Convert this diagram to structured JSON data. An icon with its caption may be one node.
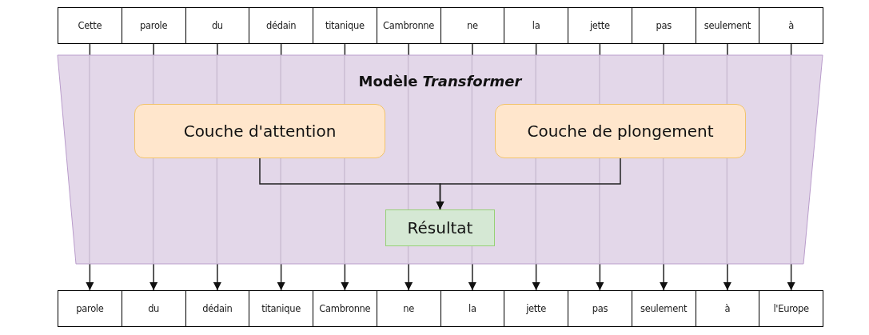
{
  "diagram": {
    "nodes": [
      {
        "text": [
          "Cette"
        ]
      },
      {
        "text": [
          "parole"
        ]
      },
      {
        "text": [
          "du"
        ]
      },
      {
        "text": [
          "dédain"
        ]
      },
      {
        "text": [
          "titanique"
        ]
      },
      {
        "text": [
          "Cambronne"
        ]
      },
      {
        "text": [
          "ne"
        ]
      },
      {
        "text": [
          "la"
        ]
      },
      {
        "text": [
          "jette"
        ]
      },
      {
        "text": [
          "pas"
        ]
      },
      {
        "text": [
          "seulement"
        ]
      },
      {
        "text": [
          "à"
        ]
      },
      {
        "text": [
          "Modèle *Transformer*"
        ]
      },
      {
        "text": [
          "Couche d'attention"
        ],
        "in": 12
      },
      {
        "text": [
          "Couche de plongement"
        ],
        "in": 12
      },
      {
        "text": [
          "Résultat"
        ],
        "in": 12
      },
      {
        "text": [
          "parole"
        ]
      },
      {
        "text": [
          "du"
        ]
      },
      {
        "text": [
          "dédain"
        ]
      },
      {
        "text": [
          "titanique"
        ]
      },
      {
        "text": [
          "Cambronne"
        ]
      },
      {
        "text": [
          "ne"
        ]
      },
      {
        "text": [
          "la"
        ]
      },
      {
        "text": [
          "jette"
        ]
      },
      {
        "text": [
          "pas"
        ]
      },
      {
        "text": [
          "seulement"
        ]
      },
      {
        "text": [
          "à"
        ]
      },
      {
        "text": [
          "l'Europe"
        ]
      }
    ],
    "edges": [
      {
        "from": 0,
        "to": 12,
        "arrow": "none"
      },
      {
        "from": 1,
        "to": 12,
        "arrow": "none"
      },
      {
        "from": 2,
        "to": 12,
        "arrow": "none"
      },
      {
        "from": 3,
        "to": 12,
        "arrow": "none"
      },
      {
        "from": 4,
        "to": 12,
        "arrow": "none"
      },
      {
        "from": 5,
        "to": 12,
        "arrow": "none"
      },
      {
        "from": 6,
        "to": 12,
        "arrow": "none"
      },
      {
        "from": 7,
        "to": 12,
        "arrow": "none"
      },
      {
        "from": 8,
        "to": 12,
        "arrow": "none"
      },
      {
        "from": 9,
        "to": 12,
        "arrow": "none"
      },
      {
        "from": 10,
        "to": 12,
        "arrow": "none"
      },
      {
        "from": 11,
        "to": 12,
        "arrow": "none"
      },
      {
        "from": 12,
        "to": 16,
        "arrow": "to"
      },
      {
        "from": 12,
        "to": 17,
        "arrow": "to"
      },
      {
        "from": 12,
        "to": 18,
        "arrow": "to"
      },
      {
        "from": 12,
        "to": 19,
        "arrow": "to"
      },
      {
        "from": 12,
        "to": 20,
        "arrow": "to"
      },
      {
        "from": 12,
        "to": 21,
        "arrow": "to"
      },
      {
        "from": 12,
        "to": 22,
        "arrow": "to"
      },
      {
        "from": 12,
        "to": 23,
        "arrow": "to"
      },
      {
        "from": 12,
        "to": 24,
        "arrow": "to"
      },
      {
        "from": 12,
        "to": 25,
        "arrow": "to"
      },
      {
        "from": 12,
        "to": 26,
        "arrow": "to"
      },
      {
        "from": 12,
        "to": 27,
        "arrow": "to"
      },
      {
        "from": 13,
        "to": 15,
        "arrow": "to"
      },
      {
        "from": 14,
        "to": 15,
        "arrow": "to"
      }
    ]
  }
}
